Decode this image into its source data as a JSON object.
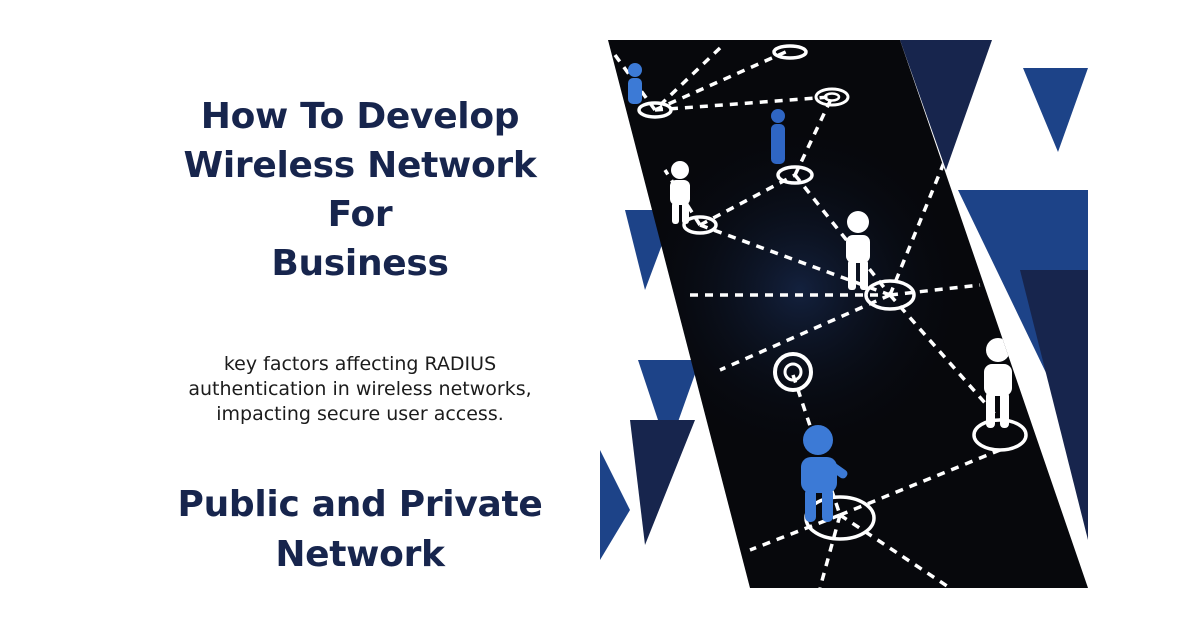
{
  "headline": {
    "lines": [
      "How To Develop",
      "Wireless Network",
      "For",
      "Business"
    ]
  },
  "subtitle": {
    "lines": [
      "key factors affecting RADIUS",
      "authentication in wireless networks,",
      "impacting secure user access."
    ]
  },
  "bottom_heading": {
    "lines": [
      "Public and Private",
      "Network"
    ]
  },
  "colors": {
    "heading_text": "#17254d",
    "body_text": "#1c1c1c",
    "accent_blue": "#1d4388",
    "dark_navy": "#17254d",
    "photo_bg": "#07080c",
    "figure_blue": "#3c7ad6"
  },
  "illustration": {
    "icons": [
      "network-diagram-icon",
      "person-icon",
      "target-icon"
    ]
  }
}
